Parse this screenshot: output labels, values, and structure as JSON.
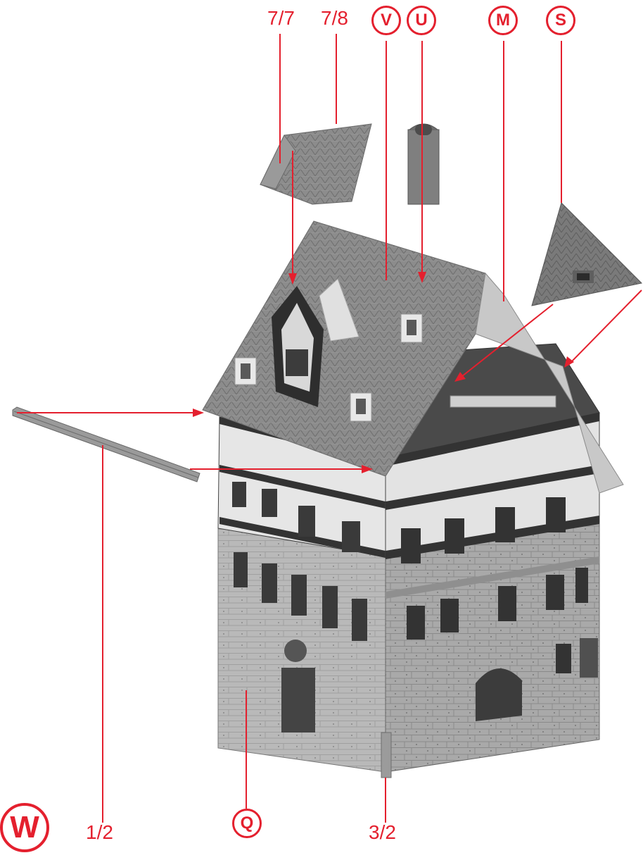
{
  "labels": {
    "part_7_7": "7/7",
    "part_7_8": "7/8",
    "part_1_2": "1/2",
    "part_3_2": "3/2"
  },
  "callouts": {
    "v": "V",
    "u": "U",
    "m": "M",
    "s": "S",
    "q": "Q",
    "w": "W"
  },
  "colors": {
    "callout_red": "#e4202e",
    "roof_grey": "#8f8f8f",
    "timber_dark": "#3a3a3a",
    "plaster_light": "#e6e6e6",
    "stone_grey": "#a5a5a5"
  }
}
